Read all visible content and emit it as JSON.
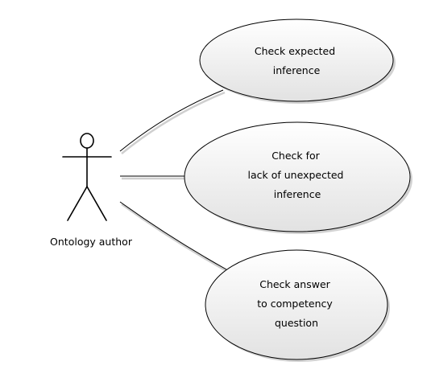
{
  "actor": {
    "label": "Ontology author"
  },
  "use_cases": [
    {
      "lines": [
        "Check expected",
        "inference"
      ]
    },
    {
      "lines": [
        "Check for",
        "lack of unexpected",
        "inference"
      ]
    },
    {
      "lines": [
        "Check answer",
        "to competency",
        "question"
      ]
    }
  ],
  "colors": {
    "ellipse_fill_top": "#ffffff",
    "ellipse_fill_bottom": "#e4e4e4",
    "stroke": "#000000",
    "shadow": "#c8c8c8"
  }
}
